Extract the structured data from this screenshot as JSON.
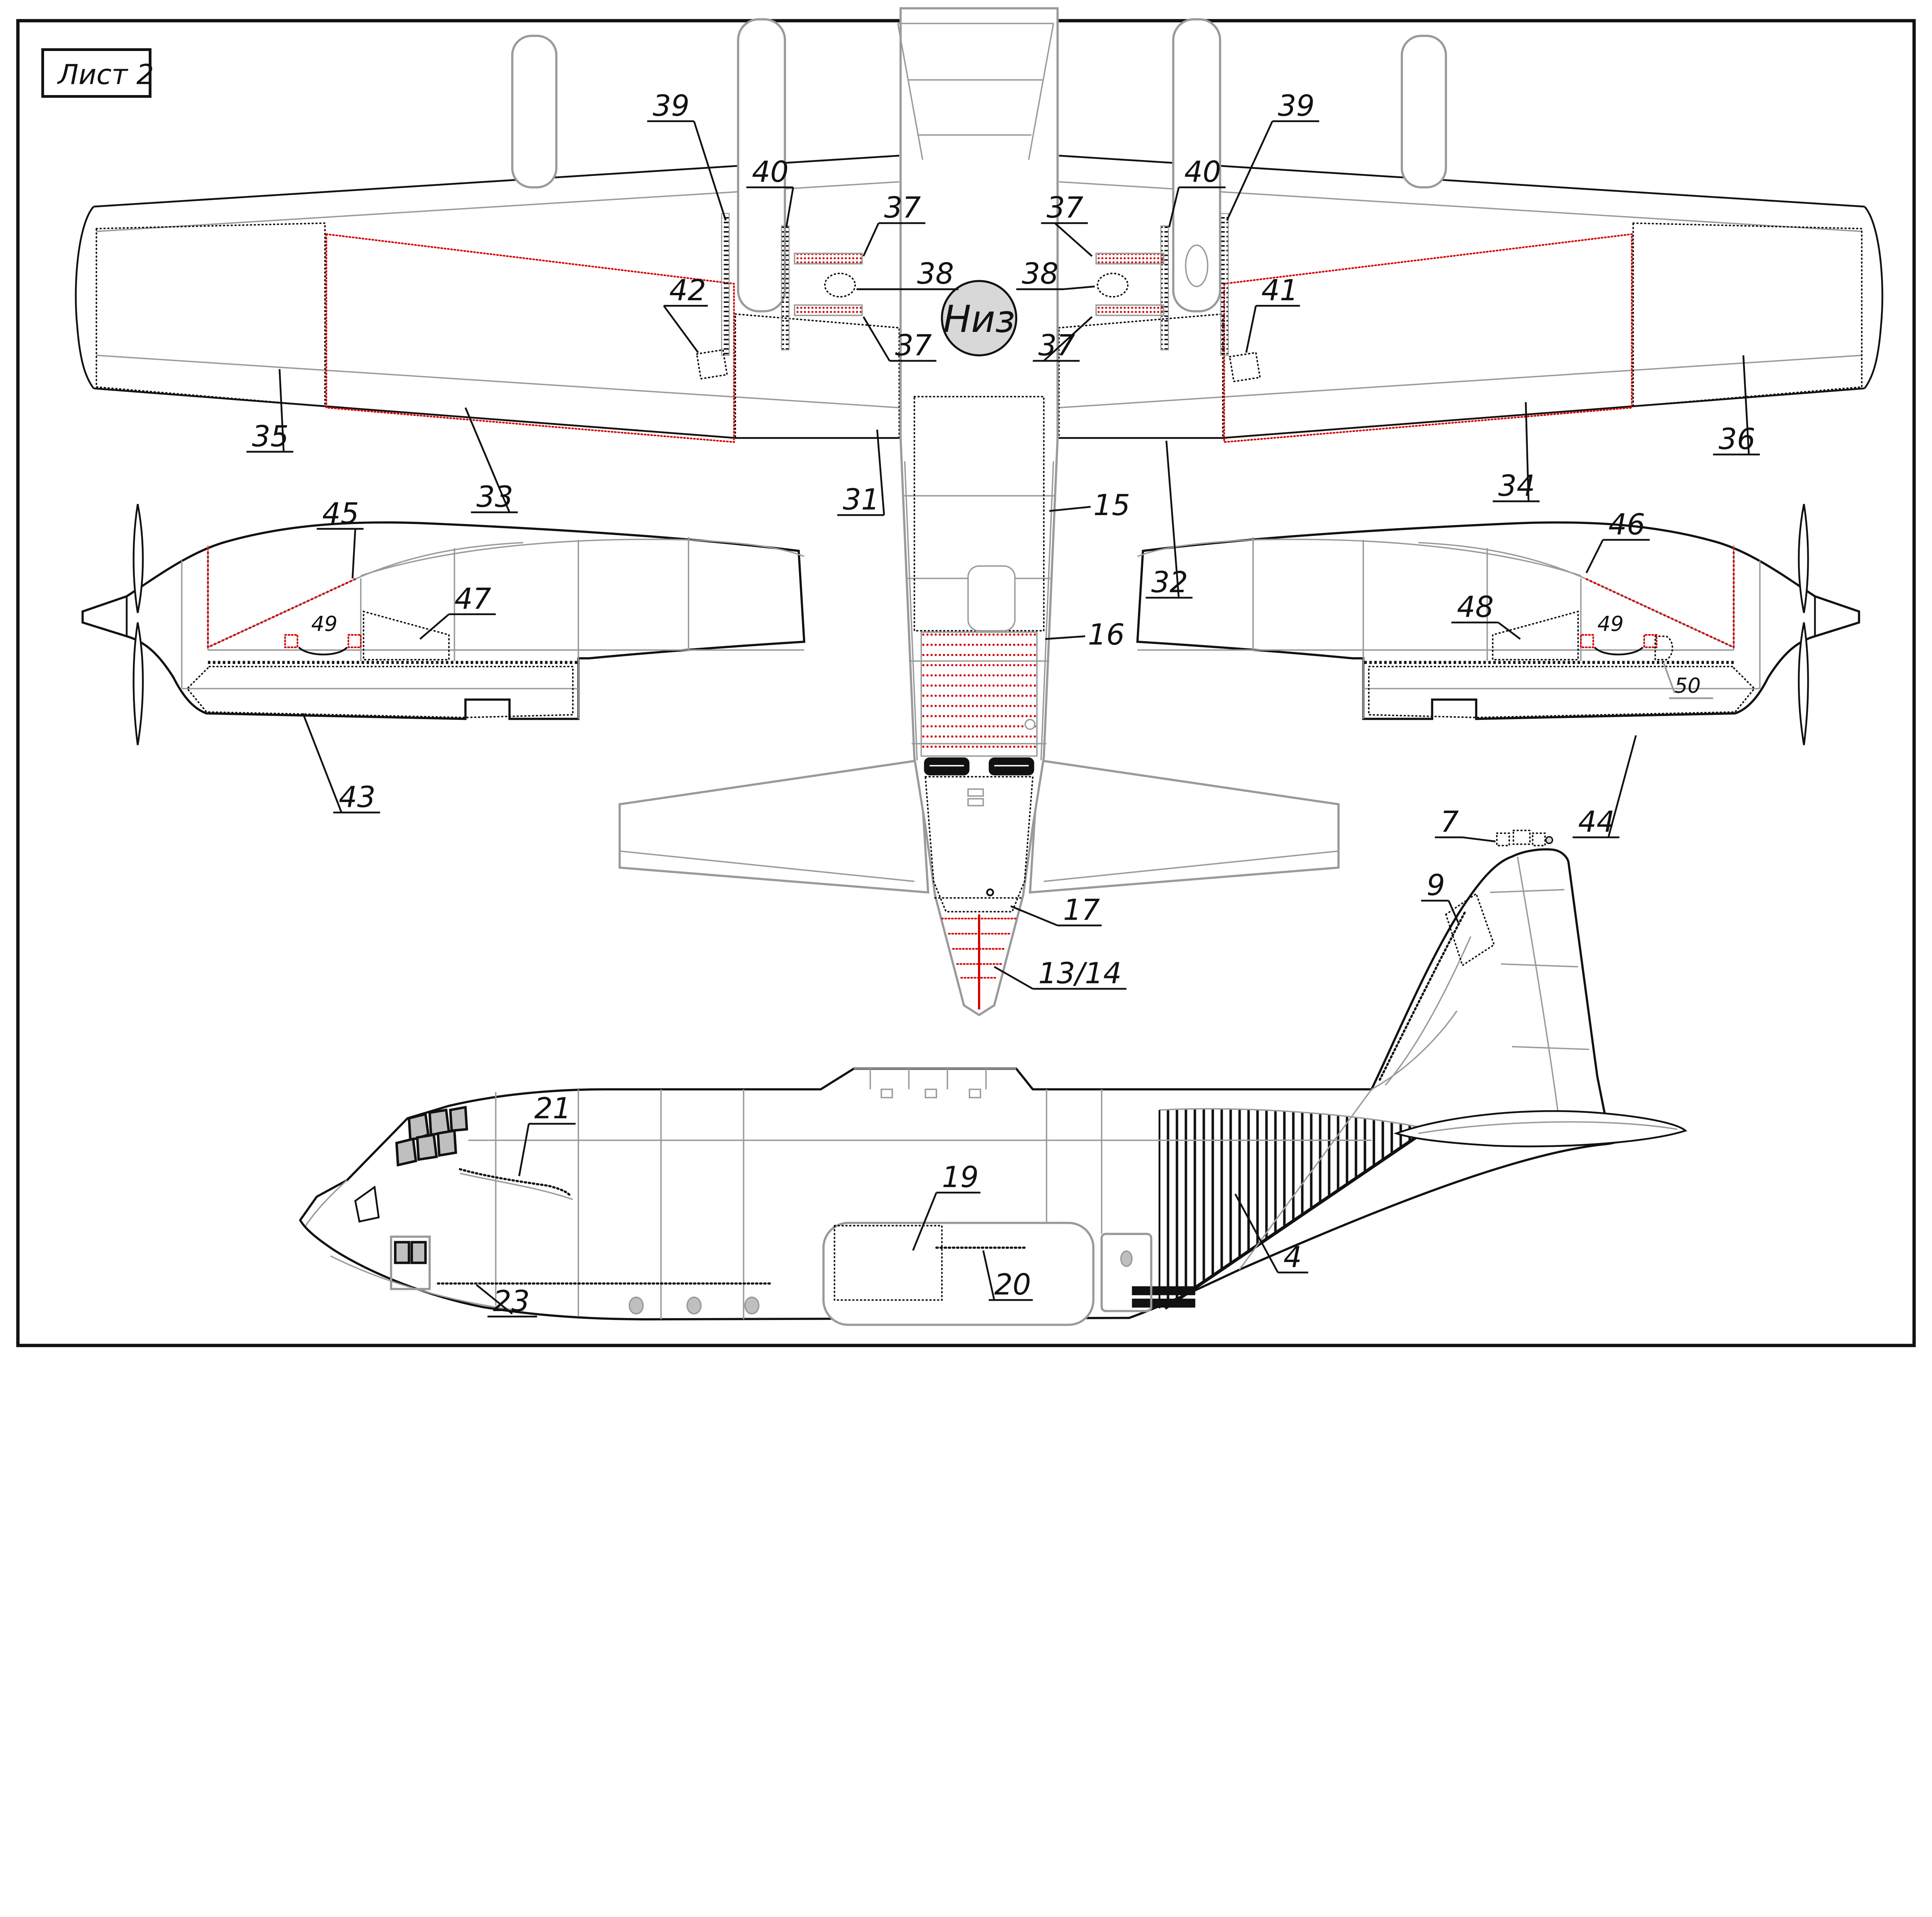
{
  "sheet": {
    "title": "Лист 2"
  },
  "view_label": "Низ",
  "callouts": {
    "4": "4",
    "7": "7",
    "9": "9",
    "13_14": "13/14",
    "15": "15",
    "16": "16",
    "17": "17",
    "19": "19",
    "20": "20",
    "21": "21",
    "23": "23",
    "31": "31",
    "32": "32",
    "33": "33",
    "34": "34",
    "35": "35",
    "36": "36",
    "37": "37",
    "38": "38",
    "39": "39",
    "40": "40",
    "41": "41",
    "42": "42",
    "43": "43",
    "44": "44",
    "45": "45",
    "46": "46",
    "47": "47",
    "48": "48",
    "49": "49",
    "50": "50"
  },
  "colors": {
    "accent_red": "#d40000",
    "line_gray": "#9a9a9a",
    "fill_light": "#d8d8d8",
    "glass_gray": "#bfbfbf",
    "ink": "#111111"
  }
}
